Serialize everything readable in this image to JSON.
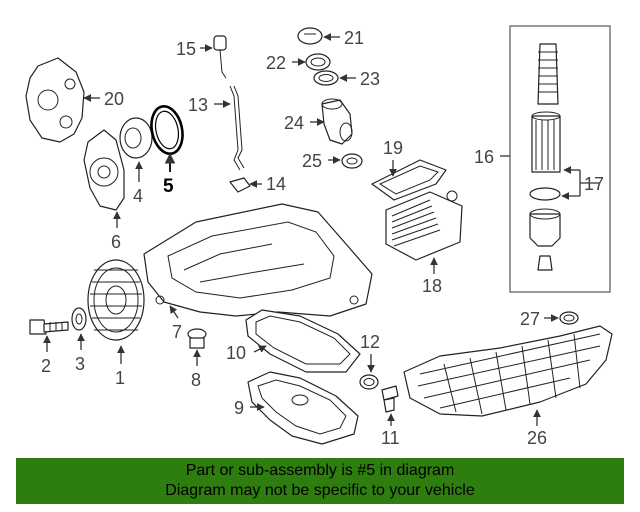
{
  "highlight_color": "#2e7d0f",
  "callouts": {
    "c1": "1",
    "c2": "2",
    "c3": "3",
    "c4": "4",
    "c5": "5",
    "c6": "6",
    "c7": "7",
    "c8": "8",
    "c9": "9",
    "c10": "10",
    "c11": "11",
    "c12": "12",
    "c13": "13",
    "c14": "14",
    "c15": "15",
    "c16": "16",
    "c17": "17",
    "c18": "18",
    "c19": "19",
    "c20": "20",
    "c21": "21",
    "c22": "22",
    "c23": "23",
    "c24": "24",
    "c25": "25",
    "c26": "26",
    "c27": "27"
  },
  "highlighted_part": "5",
  "banner": {
    "line1": "Part or sub-assembly is #5 in diagram",
    "line2": "Diagram may not be specific to your vehicle"
  }
}
